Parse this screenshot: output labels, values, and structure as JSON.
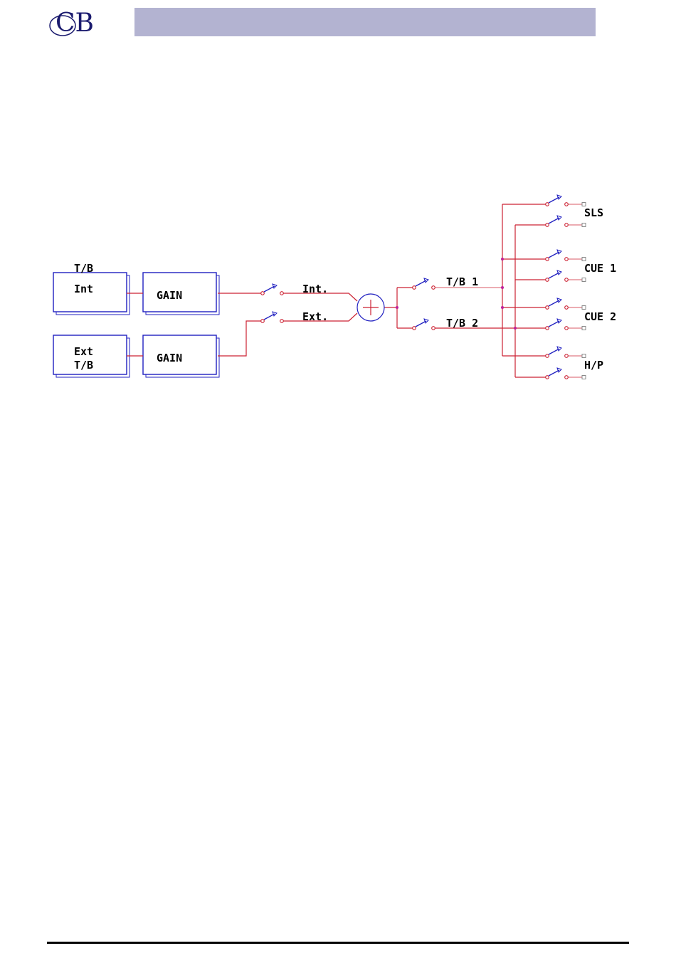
{
  "logo": {
    "text": "CB"
  },
  "diagram": {
    "sources": {
      "int_top": "T/B",
      "int_label": "Int",
      "ext_line1": "Ext",
      "ext_line2": "T/B"
    },
    "gain": {
      "upper": "GAIN",
      "lower": "GAIN"
    },
    "switches": {
      "int": "Int.",
      "ext": "Ext."
    },
    "buses": {
      "tb1": "T/B 1",
      "tb2": "T/B 2"
    },
    "outputs": {
      "sls": "SLS",
      "cue1": "CUE 1",
      "cue2": "CUE 2",
      "hp": "H/P"
    },
    "colors": {
      "wire": "#cc2233",
      "box": "#2020c0",
      "switch_node": "#cc2233",
      "switch_blade": "#2020c0",
      "header_bar": "#b3b3d1"
    }
  }
}
